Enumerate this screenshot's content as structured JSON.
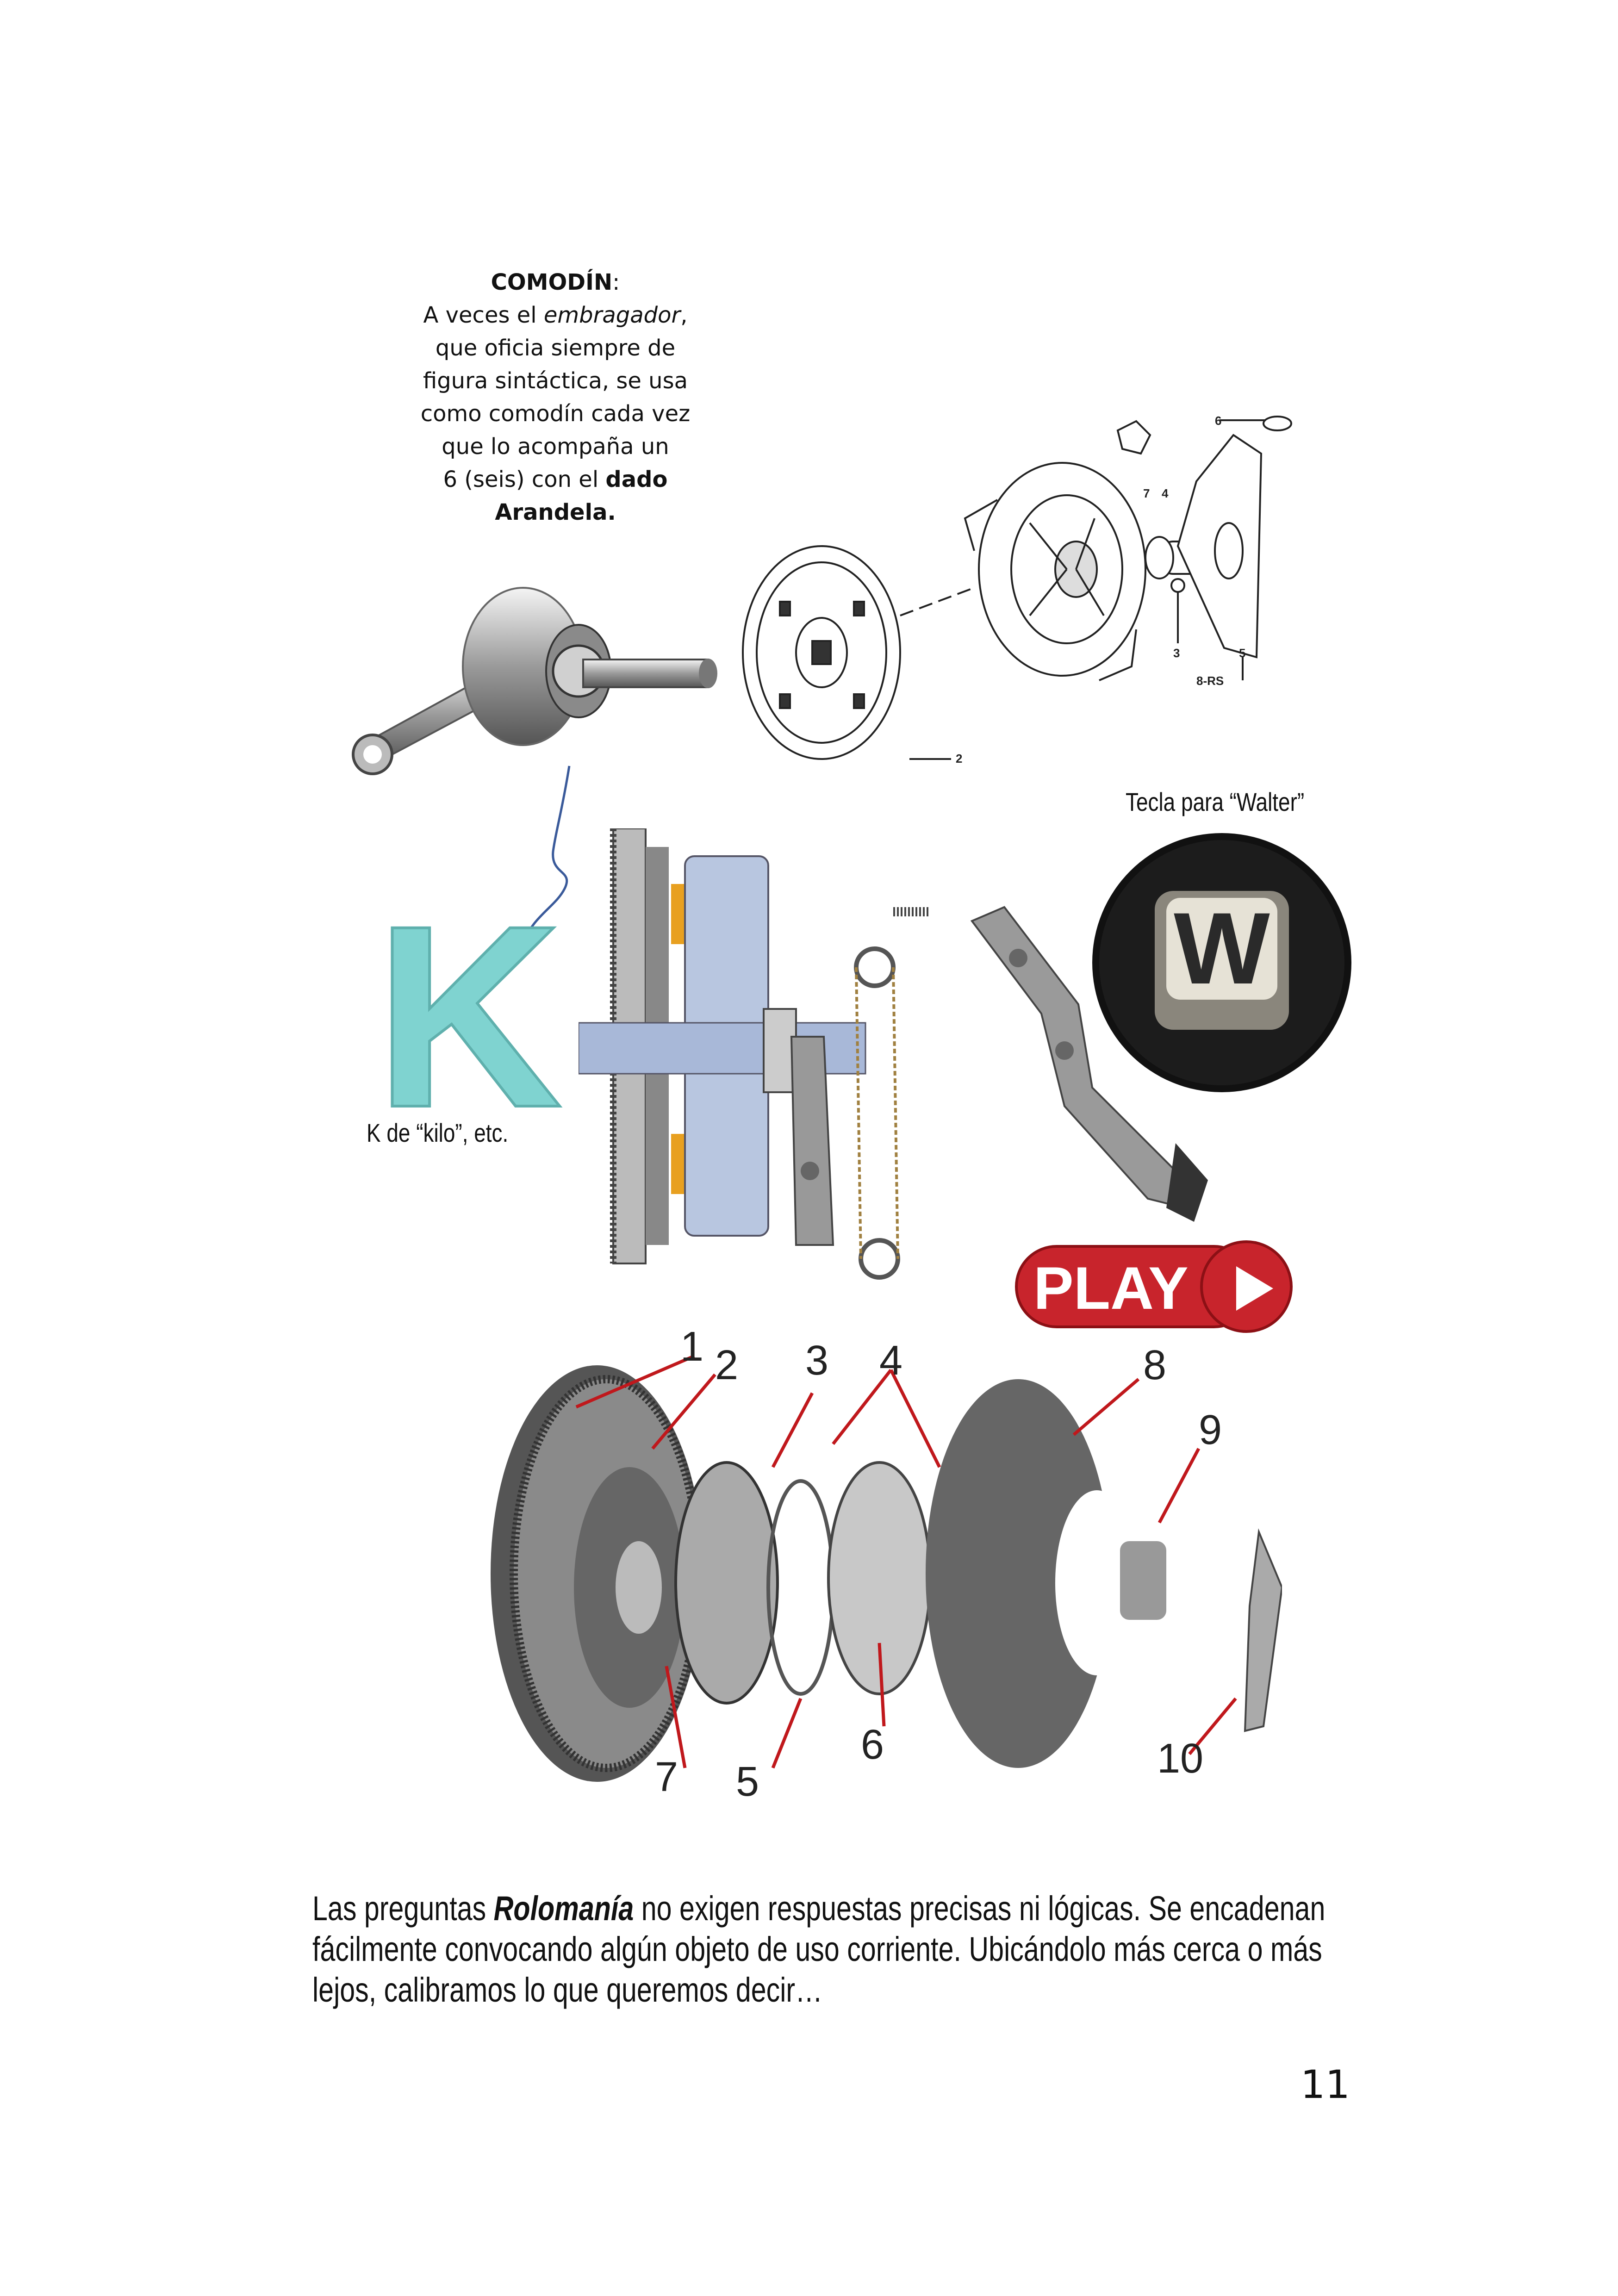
{
  "comodin": {
    "title": "COMODÍN",
    "colon": ":",
    "l1a": "A veces el ",
    "l1b": "embragador",
    "l1c": ",",
    "l2": "que oficia siempre de",
    "l3": "figura sintáctica, se usa",
    "l4": "como comodín cada vez",
    "l5": "que lo acompaña un",
    "l6a": "6 (seis) con el ",
    "l6b": "dado",
    "l7": "Arandela."
  },
  "top_diagram_labels": {
    "l2": "2",
    "l3": "3",
    "l4": "4",
    "l5": "5",
    "l6": "6",
    "l7": "7",
    "code": "8-RS"
  },
  "k_caption": "K de “kilo”, etc.",
  "k_letter": "K",
  "key_caption": "Tecla para “Walter”",
  "key_letter": "W",
  "play_label": "PLAY",
  "bottom_diagram_labels": [
    "1",
    "2",
    "3",
    "4",
    "5",
    "6",
    "7",
    "8",
    "9",
    "10"
  ],
  "paragraph": {
    "l1a": "Las preguntas ",
    "l1b": "Rolomanía",
    "l1c": " no exigen respuestas precisas ni lógicas. Se encadenan",
    "l2": "fácilmente convocando algún objeto de uso corriente. Ubicándolo más cerca o más",
    "l3": "lejos, calibramos lo que queremos decir…"
  },
  "page_number": "11",
  "colors": {
    "play_red": "#c8242c",
    "k_teal": "#7fd3d0",
    "wire_blue": "#3a5a9a",
    "arrow_red": "#c0181c"
  }
}
